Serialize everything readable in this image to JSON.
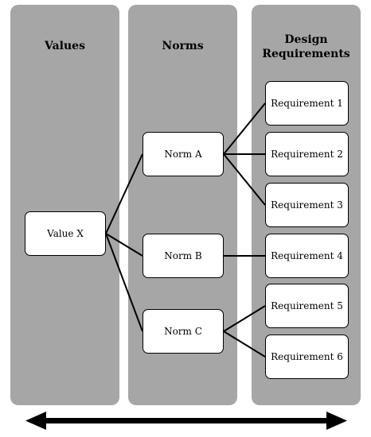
{
  "columns": {
    "values": {
      "header": "Values"
    },
    "norms": {
      "header": "Norms"
    },
    "requirements": {
      "header_line1": "Design",
      "header_line2": "Requirements"
    }
  },
  "nodes": {
    "value": {
      "label": "Value X"
    },
    "norms": [
      {
        "label": "Norm A"
      },
      {
        "label": "Norm B"
      },
      {
        "label": "Norm C"
      }
    ],
    "requirements": [
      {
        "label": "Requirement 1"
      },
      {
        "label": "Requirement 2"
      },
      {
        "label": "Requirement 3"
      },
      {
        "label": "Requirement 4"
      },
      {
        "label": "Requirement 5"
      },
      {
        "label": "Requirement 6"
      }
    ]
  },
  "connections": [
    {
      "from": "Value X",
      "to": "Norm A"
    },
    {
      "from": "Value X",
      "to": "Norm B"
    },
    {
      "from": "Value X",
      "to": "Norm C"
    },
    {
      "from": "Norm A",
      "to": "Requirement 1"
    },
    {
      "from": "Norm A",
      "to": "Requirement 2"
    },
    {
      "from": "Norm A",
      "to": "Requirement 3"
    },
    {
      "from": "Norm B",
      "to": "Requirement 4"
    },
    {
      "from": "Norm C",
      "to": "Requirement 5"
    },
    {
      "from": "Norm C",
      "to": "Requirement 6"
    }
  ],
  "bottom_arrow": {
    "style": "double-headed"
  },
  "colors": {
    "column_fill": "#a6a6a6",
    "node_fill": "#ffffff",
    "line": "#000000"
  }
}
